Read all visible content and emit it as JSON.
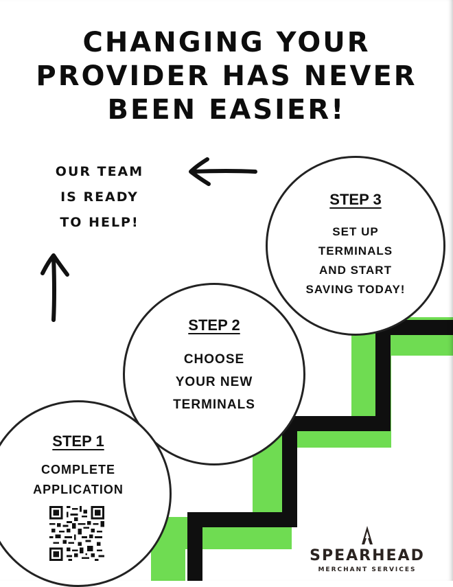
{
  "headline": {
    "line1": "CHANGING YOUR",
    "line2": "PROVIDER HAS NEVER",
    "line3": "BEEN EASIER!"
  },
  "team": {
    "line1": "OUR TEAM",
    "line2": "IS READY",
    "line3": "TO HELP!"
  },
  "steps": [
    {
      "title": "STEP 1",
      "lines": [
        "COMPLETE",
        "APPLICATION"
      ]
    },
    {
      "title": "STEP 2",
      "lines": [
        "CHOOSE",
        "YOUR NEW",
        "TERMINALS"
      ]
    },
    {
      "title": "STEP 3",
      "lines": [
        "SET UP",
        "TERMINALS",
        "AND START",
        "SAVING TODAY!"
      ]
    }
  ],
  "logo": {
    "name": "SPEARHEAD",
    "subtitle": "MERCHANT SERVICES"
  },
  "colors": {
    "accent_green": "#6fdc52",
    "stair_black": "#0f0f0f",
    "logo_brown": "#2a2320"
  },
  "icons": [
    "arrow-left-icon",
    "arrow-up-icon",
    "qr-code-icon",
    "spearhead-logo-icon"
  ]
}
